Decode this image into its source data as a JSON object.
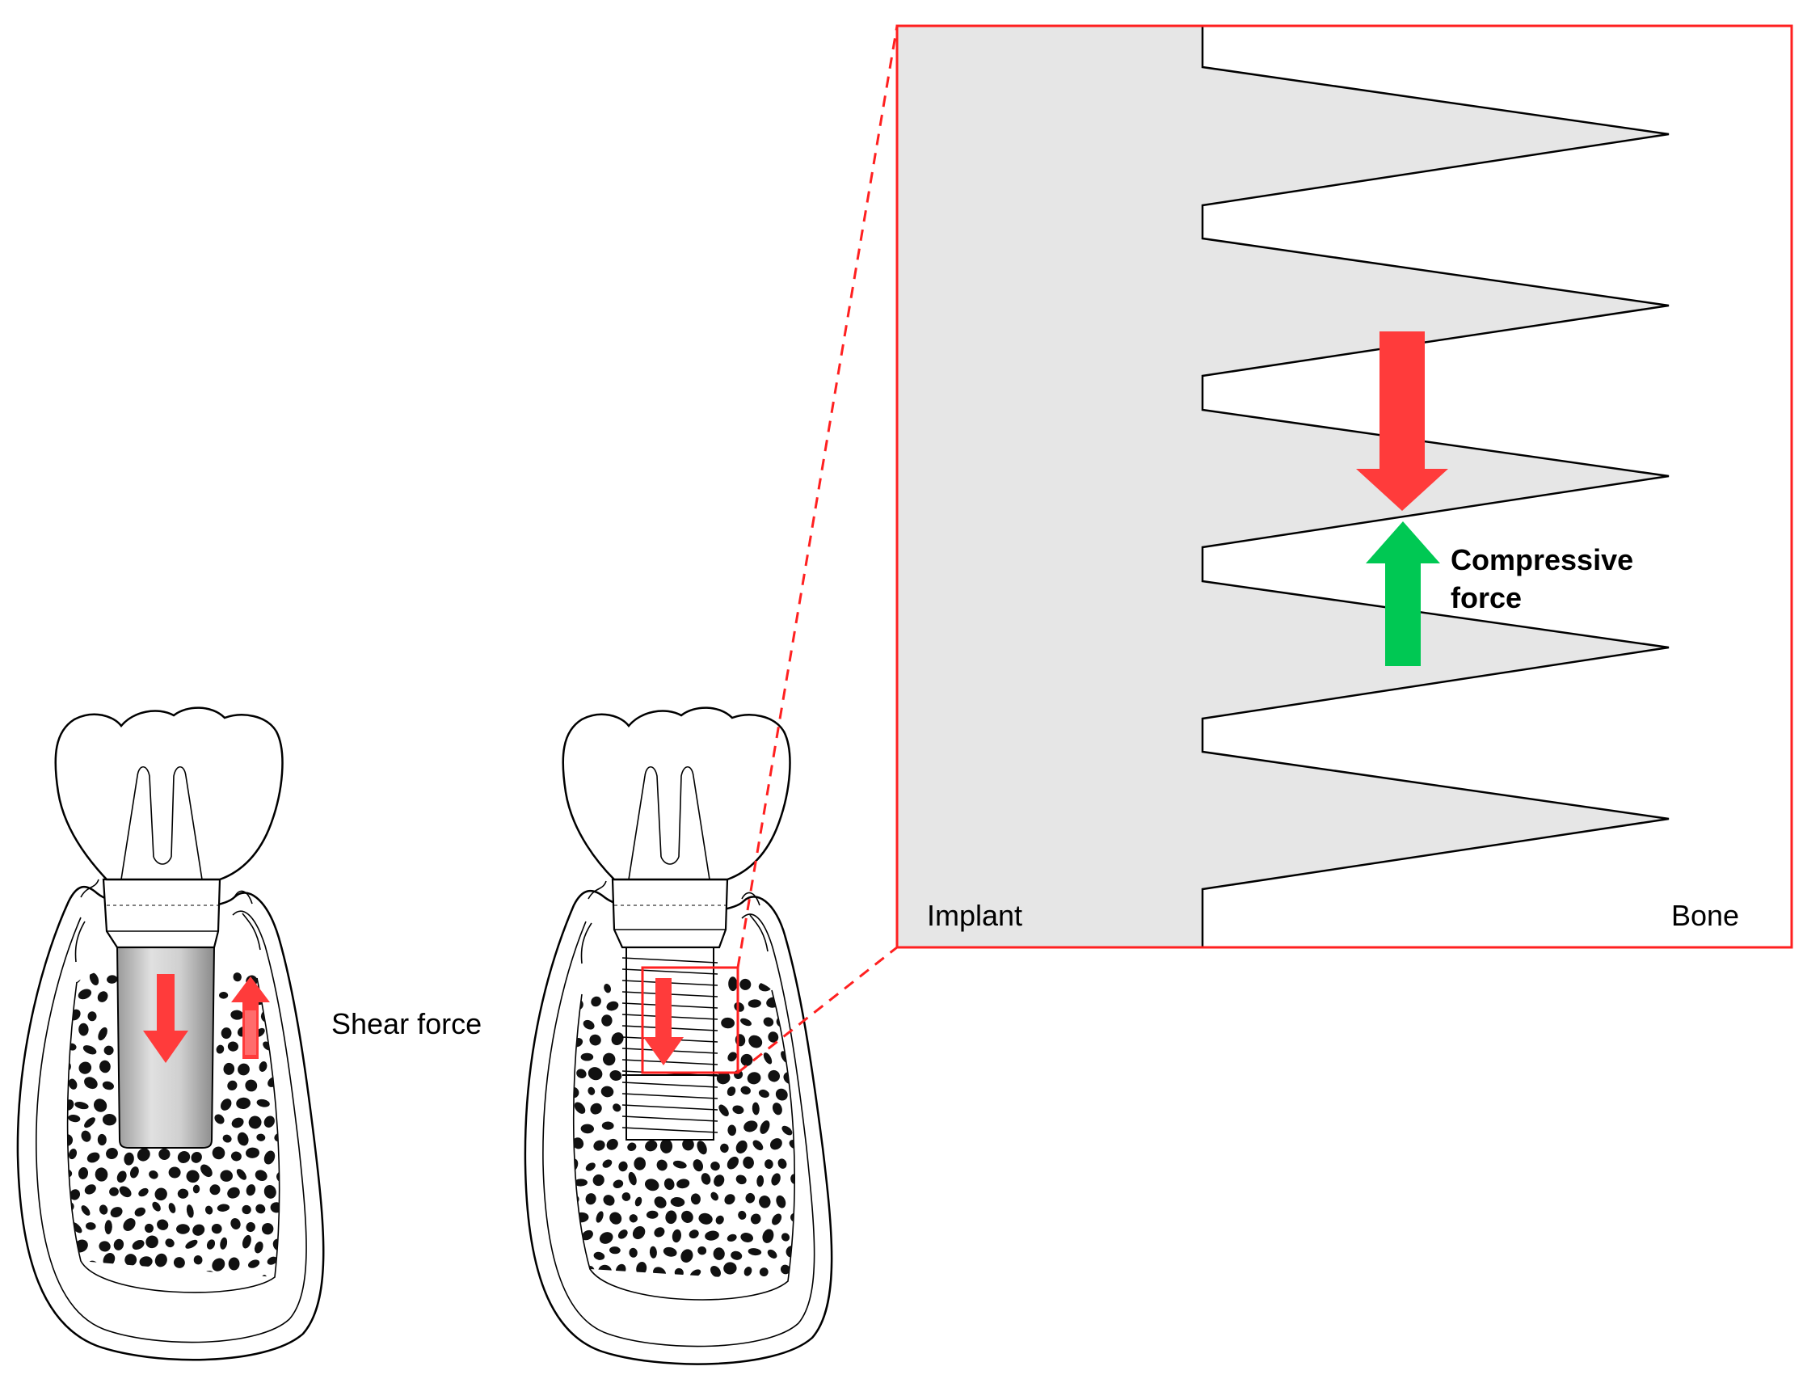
{
  "labels": {
    "shear_force": "Shear force",
    "compressive_force_line1": "Compressive",
    "compressive_force_line2": "force",
    "implant": "Implant",
    "bone": "Bone"
  },
  "colors": {
    "highlight_red": "#ff2020",
    "arrow_red": "#ff3b3b",
    "arrow_green": "#00c853",
    "implant_gray": "#e6e6e6",
    "cylinder_gray": "#c4c4c4",
    "bone_pore": "#111111"
  }
}
